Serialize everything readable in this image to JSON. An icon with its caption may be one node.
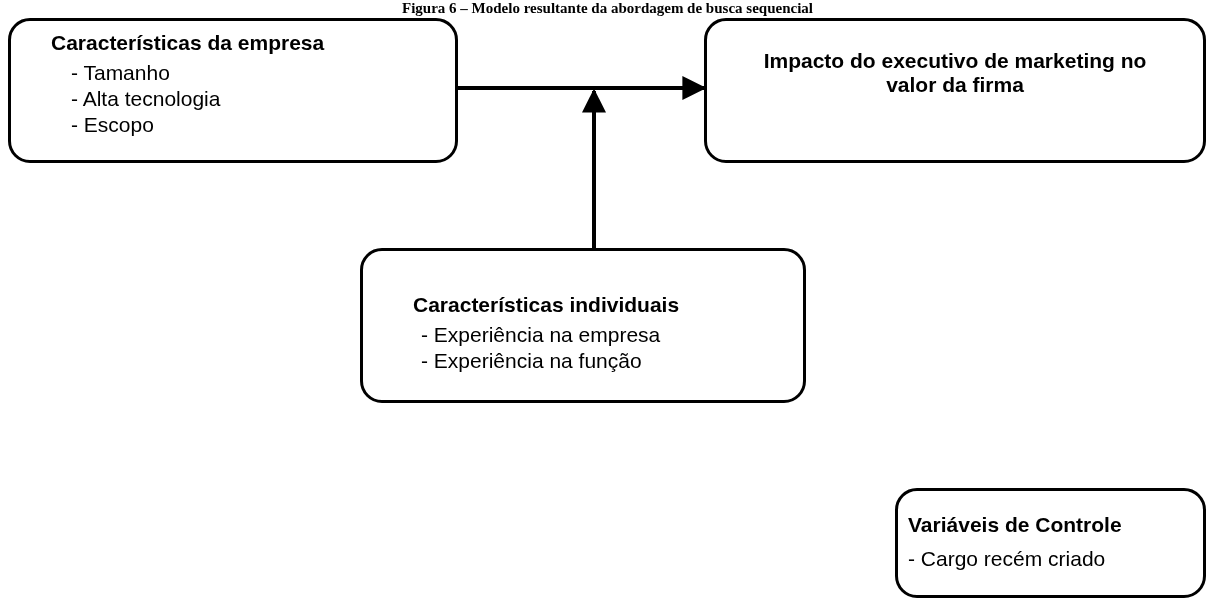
{
  "diagram": {
    "title": "Figura 6 – Modelo resultante da abordagem de busca sequencial",
    "nodes": [
      {
        "text": [
          "Características da empresa",
          "- Tamanho",
          "- Alta tecnologia",
          "- Escopo"
        ]
      },
      {
        "text": [
          "Impacto do executivo de marketing no valor da firma"
        ]
      },
      {
        "text": [
          "Características individuais",
          "- Experiência na empresa",
          "- Experiência na função"
        ]
      },
      {
        "text": [
          "Variáveis de Controle",
          "- Cargo recém criado"
        ]
      }
    ],
    "edges": [
      {
        "from": 0,
        "to": 1,
        "arrow": "to"
      },
      {
        "from": 2,
        "to": null,
        "arrow": "to"
      }
    ]
  }
}
